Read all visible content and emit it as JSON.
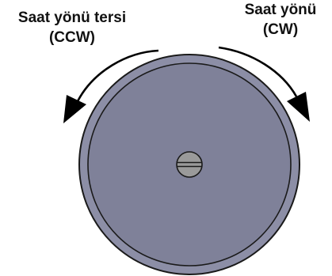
{
  "labels": {
    "ccw_line1": "Saat yönü tersi",
    "ccw_line2": "(CCW)",
    "cw_line1": "Saat yönü",
    "cw_line2": "(CW)"
  },
  "icons": {
    "ccw_arrow": "ccw-arrow-icon",
    "cw_arrow": "cw-arrow-icon"
  },
  "colors": {
    "disc_outer": "#8c8ea6",
    "disc_inner": "#7f8199",
    "outline": "#1a1a1a",
    "screw": "#9a9a9a",
    "arrow": "#000000",
    "text": "#111111"
  }
}
